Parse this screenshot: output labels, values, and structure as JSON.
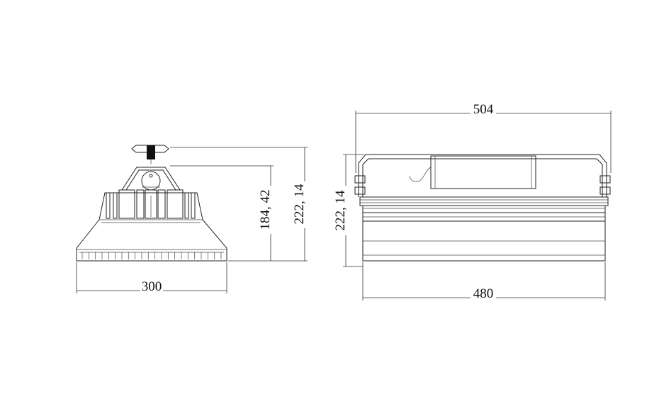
{
  "drawing": {
    "side_view": {
      "width_label": "300",
      "height_inner_label": "184, 42",
      "height_outer_label": "222, 14"
    },
    "front_view": {
      "top_width_label": "504",
      "bottom_width_label": "480",
      "height_label": "222, 14"
    }
  }
}
